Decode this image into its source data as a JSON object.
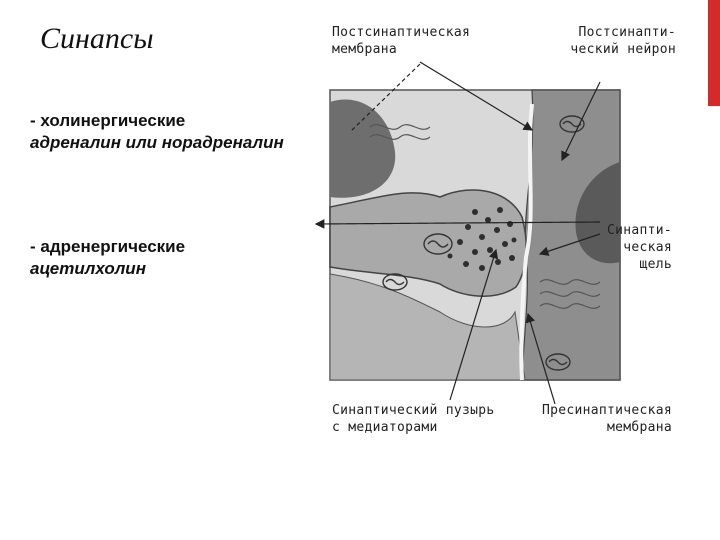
{
  "slide": {
    "title": "Синапсы",
    "bullets": [
      {
        "type": "- холинергические",
        "mediator": "адреналин или норадреналин"
      },
      {
        "type": "- адренергические",
        "mediator": "ацетилхолин"
      }
    ]
  },
  "figure": {
    "labels": {
      "postsynaptic_membrane": [
        "Постсинаптическая",
        "мембрана"
      ],
      "postsynaptic_neuron": [
        "Постсинапти-",
        "ческий нейрон"
      ],
      "synaptic_cleft": [
        "Синапти-",
        "ческая",
        "щель"
      ],
      "synaptic_vesicle": [
        "Синаптический пузырь",
        "с медиаторами"
      ],
      "presynaptic_membrane": [
        "Пресинаптическая",
        "мембрана"
      ]
    }
  },
  "colors": {
    "accent": "#d42a2a",
    "tissue_light": "#d9d9d9",
    "tissue_dark": "#8a8a8a",
    "ink": "#222222"
  }
}
